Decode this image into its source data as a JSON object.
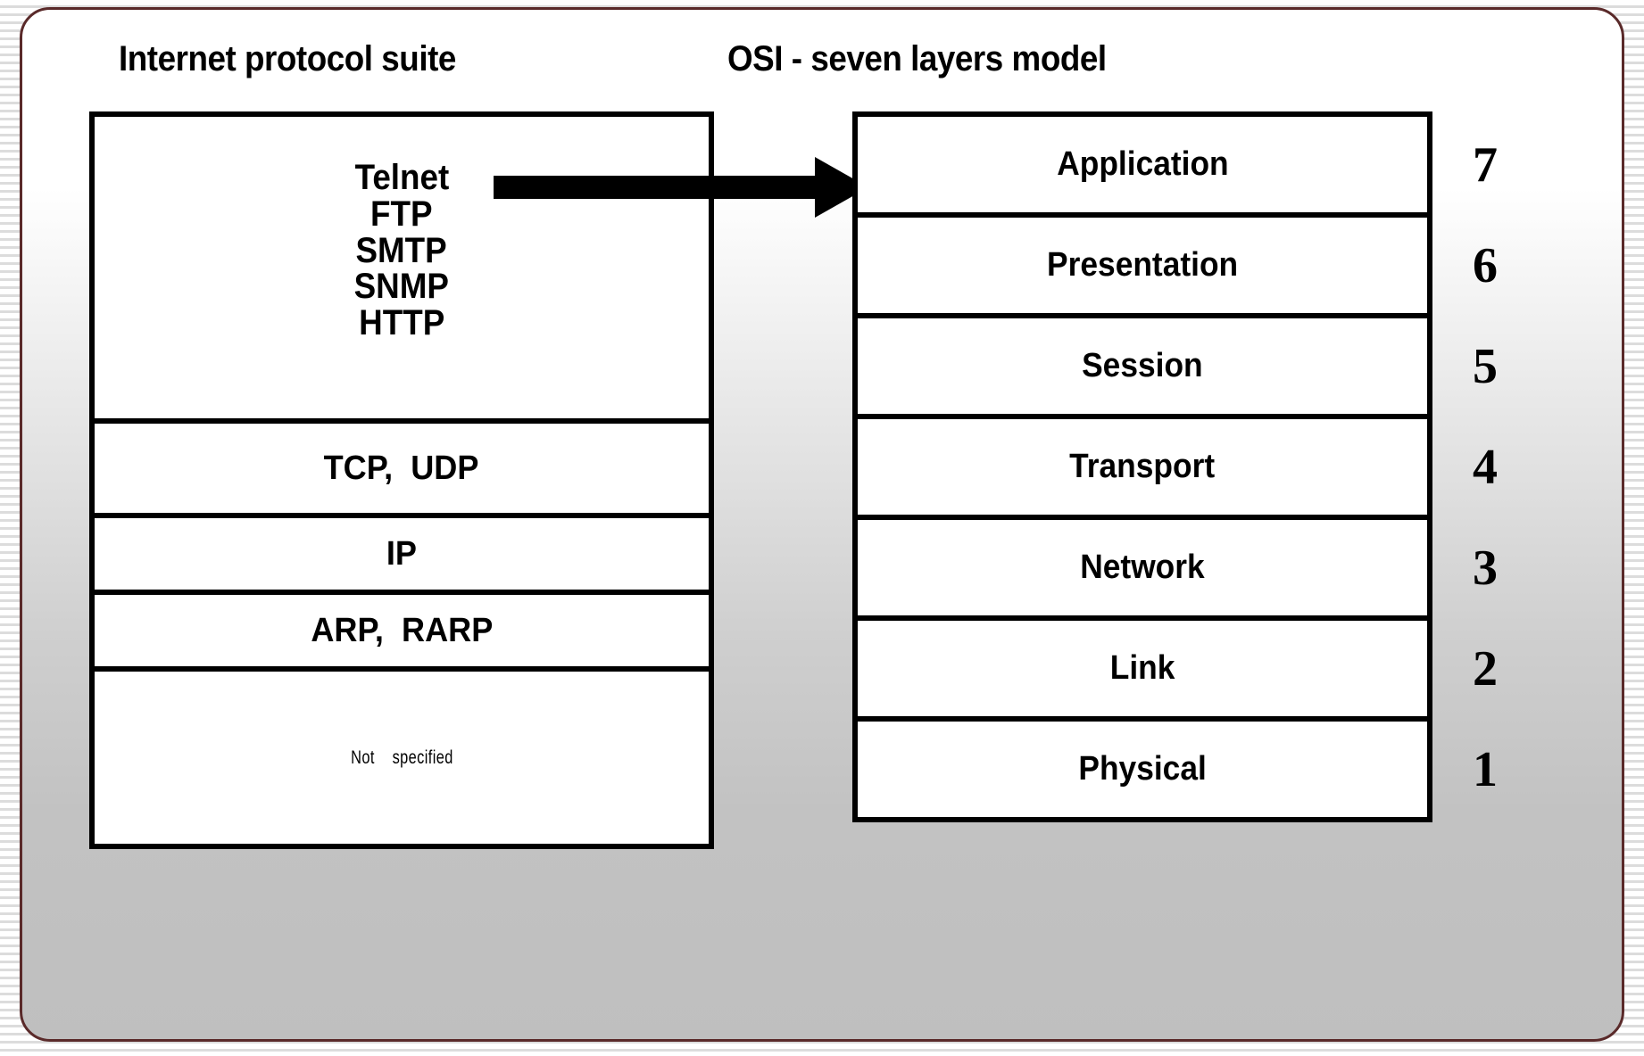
{
  "slide": {
    "columns": {
      "left_title": "Internet protocol suite",
      "right_title": "OSI - seven layers model"
    },
    "left_stack": {
      "application_protocols": [
        "Telnet",
        "FTP",
        "SMTP",
        "SNMP",
        "HTTP"
      ],
      "rows": [
        {
          "label": "TCP,  UDP"
        },
        {
          "label": "IP"
        },
        {
          "label": "ARP,  RARP"
        },
        {
          "label": "Not    specified"
        }
      ]
    },
    "osi_layers": [
      {
        "name": "Application",
        "number": "7"
      },
      {
        "name": "Presentation",
        "number": "6"
      },
      {
        "name": "Session",
        "number": "5"
      },
      {
        "name": "Transport",
        "number": "4"
      },
      {
        "name": "Network",
        "number": "3"
      },
      {
        "name": "Link",
        "number": "2"
      },
      {
        "name": "Physical",
        "number": "1"
      }
    ],
    "mapping_arrow": {
      "from": "Telnet",
      "to": "Application"
    },
    "colors": {
      "frame_border": "#5a2a2a",
      "box_border": "#000000",
      "box_fill": "#ffffff",
      "text": "#000000",
      "slide_bg_top": "#ffffff",
      "slide_bg_bottom": "#bfbfbf"
    }
  }
}
